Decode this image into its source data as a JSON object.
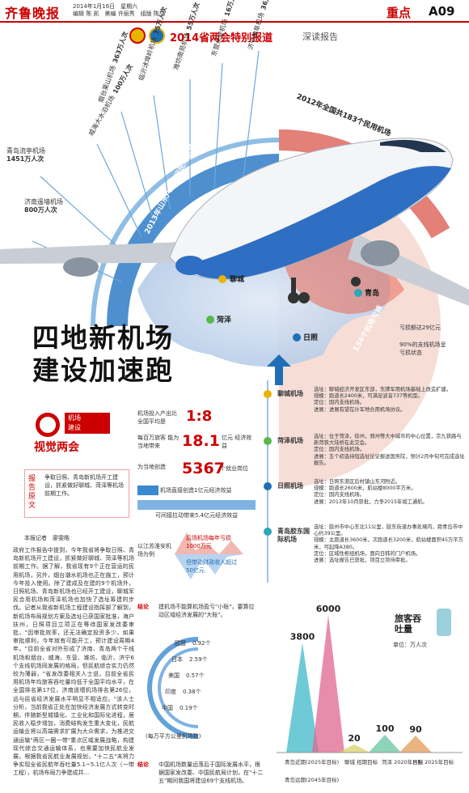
{
  "header": {
    "logo": "齐鲁晚报",
    "meta_line1": "2014年1月16日　星期六",
    "meta_line2": "编辑 陈 凯　美编 许丽秀　组版 陈华",
    "section": "重点",
    "page": "A09"
  },
  "banner": {
    "title": "2014省两会特别报道",
    "subtitle": "深读报告"
  },
  "arc": {
    "title": "2013年山东八大营运民用机场旅客吞吐量",
    "right_title": "2012年全国共183个民用机场"
  },
  "airports": [
    {
      "name": "济南遥墙机场",
      "value": "800万人次"
    },
    {
      "name": "青岛流亭机场",
      "value": "1451万人次"
    },
    {
      "name": "威海大水泊机场",
      "value": "100万人次"
    },
    {
      "name": "烟台莱山机场",
      "value": "363万人次"
    },
    {
      "name": "临沂沭埠岭机场",
      "value": "75万人次"
    },
    {
      "name": "潍坊南苑机场",
      "value": "55万人次"
    },
    {
      "name": "东营永安机场",
      "value": "16万人次"
    },
    {
      "name": "济宁曲阜机场",
      "value": "36万人次"
    }
  ],
  "map_cities": [
    "聊城",
    "菏泽",
    "日照",
    "青岛"
  ],
  "airport_note": {
    "count": "134个机场亏损",
    "loss": "亏损额达29亿元",
    "note1": "90%的支线机场呈",
    "note2": "亏损状态"
  },
  "headline": {
    "line1": "四地新机场",
    "line2": "建设加速跑"
  },
  "badge": {
    "tag1": "机场",
    "tag2": "建设",
    "title": "视觉两会"
  },
  "report": {
    "label1": "报告",
    "label2": "原文",
    "quote": "争取日照、青岛新机场开工建设，抓紧做好聊城、菏泽等机场前期工作。"
  },
  "reporter": "本报记者　廖雯皓",
  "article": "政府工作报告中提到，今年我省将争取日照、青岛新机场开工建设，抓紧做好聊城、菏泽等机场前期工作。据了解，我省现有9个正在营运的民用机场，另外，烟台潮水机场也正在施工，预计今年投入使用。除了建成及在建的9个机场外，日照机场、青岛新机场也已经开工建设，聊城军民合用机场和菏泽机场也加快了选址筹建的步伐。记者从我省新机场工程建设指挥部了解到，新机场布局规划方案及选址已获国家批准，海户扶州，日照项目立项正在等待国家发改委审批，\"因审批效率，还无法确定投资多少，如果审批顺利，今年就有可能开工，预计建设周期4年。\"目前全省对外形成了济南、青岛两个干线机场和烟台、威海、东营、潍坊、临沂、济宁6个支线机场同发展的格局，但民航综合实力仍然较为薄弱，\"省发改委相关人士说，目前全省民用机场年均旅客吞吐量均低于全国平均水平，在全国排名第17位，济南遥墙机场排名第26位，远与民省经济发展水平明显不相适应。\"该人士分析，当前我省正处在加快经济发展方式转变时期，伴随新型城镇化、工业化和国际化进程，居民收入稳步增加，消费结构发生重大变化，民航运输业将以高端需求扩展为大众需求，为推进交通运输\"两区一圈一带\"重点区域发展战略，构建现代综合交通运输体系，也需要加快民航业发展，根据我省民航业发展规划，\"十二五\"末将力争实现全省民航年吞吐量5.1~5.1亿人次（一带工程），机场布局力争建成并...",
  "stats": {
    "ratio_label": "机场投入产出比 全国平均是",
    "ratio": "1:8",
    "gdp_label": "每百万旅客 能为当地带来",
    "gdp": "18.1",
    "gdp_unit": "亿元 经济效益",
    "jobs_label": "为当地创造",
    "jobs": "5367",
    "jobs_unit": "个就业岗位",
    "bar1": "机场直接创造1亿元经济效益",
    "bar2": "可间接拉动带来5.4亿元经济效益",
    "jiangsu_label": "以江苏淮安机场为例",
    "jiangsu_up": "后场机场每年亏损1000万元",
    "jiangsu_down": "但带动财政收入超过50亿元"
  },
  "conclusion1": {
    "tag": "结论",
    "text": "建机场不能算机场盈亏\"小账\"，要算拉动区域经济发展的\"大账\"。"
  },
  "density": {
    "title": "(每万平方公里机场数)",
    "items": [
      {
        "name": "欧盟",
        "value": "0.92个"
      },
      {
        "name": "日本",
        "value": "2.59个"
      },
      {
        "name": "美国",
        "value": "0.57个"
      },
      {
        "name": "印度",
        "value": "0.38个"
      },
      {
        "name": "中国",
        "value": "0.19个"
      }
    ]
  },
  "conclusion2": {
    "tag": "结论",
    "text": "中国机场数量远落后于国际发展水平，根据国家发改委、中国民航局计划，在\"十二五\"期间我国将建设69个支线机场。"
  },
  "new_airports": [
    {
      "name": "聊城机场",
      "lines": [
        "选址：聊城经济开发区东部，东牌军用机场基础上改造扩建。",
        "规模：跑道长2400米，可满足波音737等机型。",
        "定位：国内支线机场。",
        "进展：进展有望在计军地合用机场协议。"
      ]
    },
    {
      "name": "菏泽机场",
      "lines": [
        "选址：位于菏泽，徐州，郑州等大中城市的中心位置，京九铁路与新菏铁大陆桥在此交会。",
        "定位：国内支线机场。",
        "进展：五个初选待短选址论证报送国务院，预计2月中旬可完成选址报告。"
      ]
    },
    {
      "name": "日照机场",
      "lines": [
        "选址：日照东港区后村镇山东河附近。",
        "规模：跑道长2600米，航站楼8000平方米。",
        "定位：国内支线机场。",
        "进展：2013年10月获批，力争2015年竣工通航。"
      ]
    },
    {
      "name": "青岛胶东国际机场",
      "lines": [
        "选址：胶州市中心东北11公里，胶东街道办事处境内，距青岛市中心约39公里。",
        "规模：主跑道长3600米，次跑道长3200米，航站楼面积45万平方米，可起降A380。",
        "定位：区域性枢纽机场，面向日韩的门户机场。",
        "进展：选址报告已获批，项目立项待审批。"
      ]
    }
  ],
  "chart_data": {
    "type": "bar",
    "title": "旅客吞吐量",
    "ylabel": "单位：万人次",
    "categories": [
      "青岛近期(2025年目标)",
      "青岛远期(2045年目标)",
      "聊城 招期目标",
      "菏泽 2020年目标",
      "日照 2025年目标"
    ],
    "values": [
      3800,
      6000,
      20,
      100,
      90
    ],
    "labels": [
      "3800",
      "6000",
      "20",
      "100",
      "90"
    ],
    "colors": [
      "#3fb8c9",
      "#e0668f",
      "#d8d06a",
      "#68c5a0",
      "#e39b5a"
    ]
  },
  "colors": {
    "accent": "#c00",
    "blue": "#1f6fb5",
    "teal": "#2aa7b8"
  }
}
